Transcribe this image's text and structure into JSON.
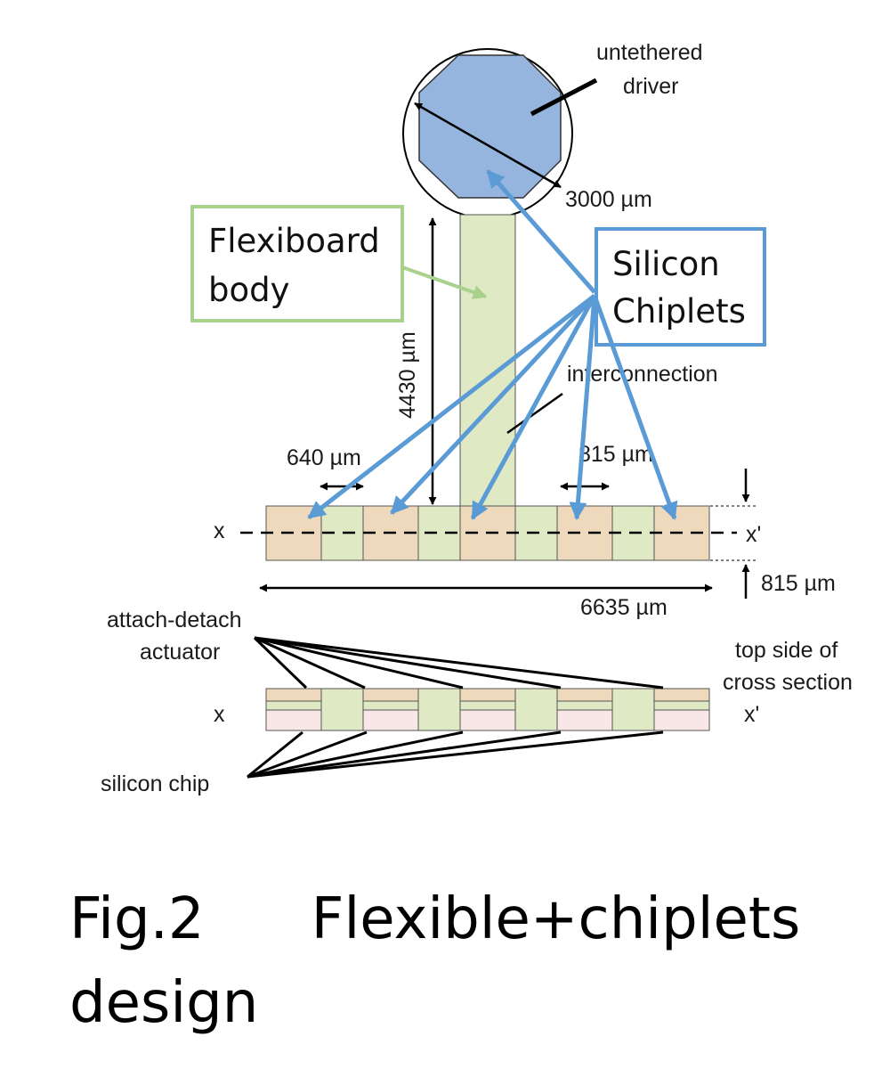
{
  "labels": {
    "untethered_driver_1": "untethered",
    "untethered_driver_2": "driver",
    "dim_3000": "3000 µm",
    "dim_4430": "4430 µm",
    "interconnection": "interconnection",
    "dim_640": "640 µm",
    "dim_815_top": "815 µm",
    "dim_815_right": "815 µm",
    "dim_6635": "6635 µm",
    "x_left_top": "x",
    "x_right_top": "x'",
    "attach_detach_1": "attach-detach",
    "attach_detach_2": "actuator",
    "top_side_1": "top side of",
    "top_side_2": "cross section",
    "x_left_bottom": "x",
    "x_right_bottom": "x'",
    "silicon_chip": "silicon chip"
  },
  "callouts": {
    "flexiboard_1": "Flexiboard",
    "flexiboard_2": "body",
    "silicon_1": "Silicon",
    "silicon_2": "Chiplets"
  },
  "caption": {
    "fig": "Fig.2",
    "title": "Flexible+chiplets",
    "line2": "design"
  },
  "colors": {
    "octagon": "#95b5de",
    "flex_green": "#dfe9c4",
    "chip_tan": "#eed9bd",
    "chip_pink": "#f9e6e6",
    "blue_arrow": "#5b9bd5",
    "green_box": "#a9d18e",
    "blue_box": "#5b9bd5"
  }
}
